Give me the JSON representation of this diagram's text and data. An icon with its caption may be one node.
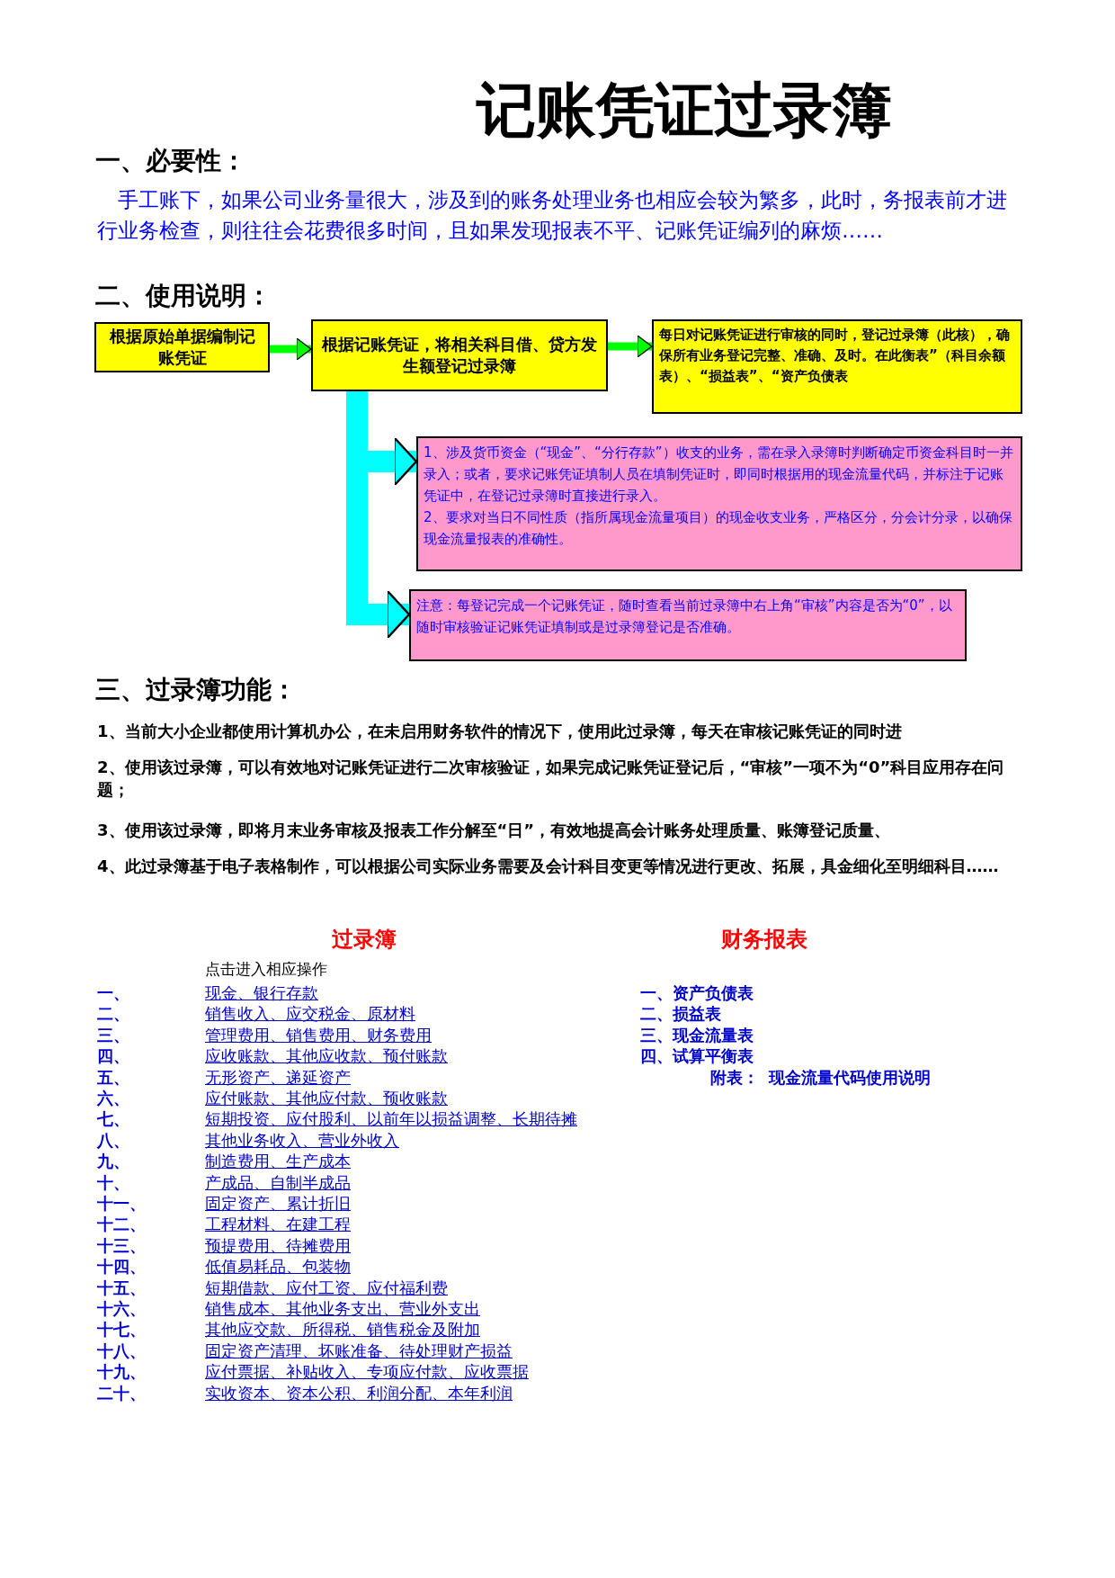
{
  "diagram": {
    "title": "记账凭证过录簿",
    "nodes": [
      {
        "text": [
          "根据原始单据编制记账凭证"
        ]
      },
      {
        "text": [
          "根据记账凭证，将相关科目借、贷方发生额登记过录簿"
        ]
      },
      {
        "text": [
          "每日对记账凭证进行审核的同时，登记过录簿（此核），确保所有业务登记完整、准确、及时。在此衡表”（科目余额表）、“损益表”、“资产负债表"
        ]
      },
      {
        "text": [
          "1、涉及货币资金（“现金”、“分行存款”）收支的业务，需在录入录簿时判断确定币资金科目时一并录入；或者，要求记账凭证填制人员在填制凭证时，即同时根据用的现金流量代码，并标注于记账凭证中，在登记过录簿时直接进行录入。",
          "2、要求对当日不同性质（指所属现金流量项目）的现金收支业务，严格区分，分会计分录，以确保现金流量报表的准确性。"
        ]
      },
      {
        "text": [
          "注意：每登记完成一个记账凭证，随时查看当前过录簿中右上角“审核”内容是否为“0”，以随时审核验证记账凭证填制或是过录簿登记是否准确。"
        ]
      }
    ],
    "edges": [
      {
        "from": 0,
        "to": 1,
        "arrow": "to",
        "color": "#00ff00"
      },
      {
        "from": 1,
        "to": 2,
        "arrow": "to",
        "color": "#00ff00"
      },
      {
        "from": 1,
        "to": 3,
        "arrow": "to",
        "style": "thick",
        "color": "#00ffff"
      },
      {
        "from": 1,
        "to": 4,
        "arrow": "to",
        "style": "thick",
        "color": "#00ffff"
      }
    ],
    "labels": [
      "一、必要性：",
      "手工账下，如果公司业务量很大，涉及到的账务处理业务也相应会较为繁多，此时，务报表前才进行业务检查，则往往会花费很多时间，且如果发现报表不平、记账凭证编列的麻烦……",
      "二、使用说明：",
      "三、过录簿功能：",
      "1、当前大小企业都使用计算机办公，在未启用财务软件的情况下，使用此过录簿，每天在审核记账凭证的同时进",
      "2、使用该过录簿，可以有效地对记账凭证进行二次审核验证，如果完成记账凭证登记后，“审核”一项不为“0”科目应用存在问题；",
      "3、使用该过录簿，即将月末业务审核及报表工作分解至“日”，有效地提高会计账务处理质量、账簿登记质量、",
      "4、此过录簿基于电子表格制作，可以根据公司实际业务需要及会计科目变更等情况进行更改、拓展，具金细化至明细科目……",
      "过录簿",
      "财务报表",
      "点击进入相应操作",
      "一、",
      "现金、银行存款",
      "二、",
      "销售收入、应交税金、原材料",
      "三、",
      "管理费用、销售费用、财务费用",
      "四、",
      "应收账款、其他应收款、预付账款",
      "五、",
      "无形资产、递延资产",
      "六、",
      "应付账款、其他应付款、预收账款",
      "七、",
      "短期投资、应付股利、以前年以损益调整、长期待摊",
      "八、",
      "其他业务收入、营业外收入",
      "九、",
      "制造费用、生产成本",
      "十、",
      "产成品、自制半成品",
      "十一、",
      "固定资产、累计折旧",
      "十二、",
      "工程材料、在建工程",
      "十三、",
      "预提费用、待摊费用",
      "十四、",
      "低值易耗品、包装物",
      "十五、",
      "短期借款、应付工资、应付福利费",
      "十六、",
      "销售成本、其他业务支出、营业外支出",
      "十七、",
      "其他应交款、所得税、销售税金及附加",
      "十八、",
      "固定资产清理、坏账准备、待处理财产损益",
      "十九、",
      "应付票据、补贴收入、专项应付款、应收票据",
      "二十、",
      "实收资本、资本公积、利润分配、本年利润",
      "一、资产负债表",
      "二、损益表",
      "三、现金流量表",
      "四、试算平衡表",
      "附表：",
      "现金流量代码使用说明"
    ]
  }
}
